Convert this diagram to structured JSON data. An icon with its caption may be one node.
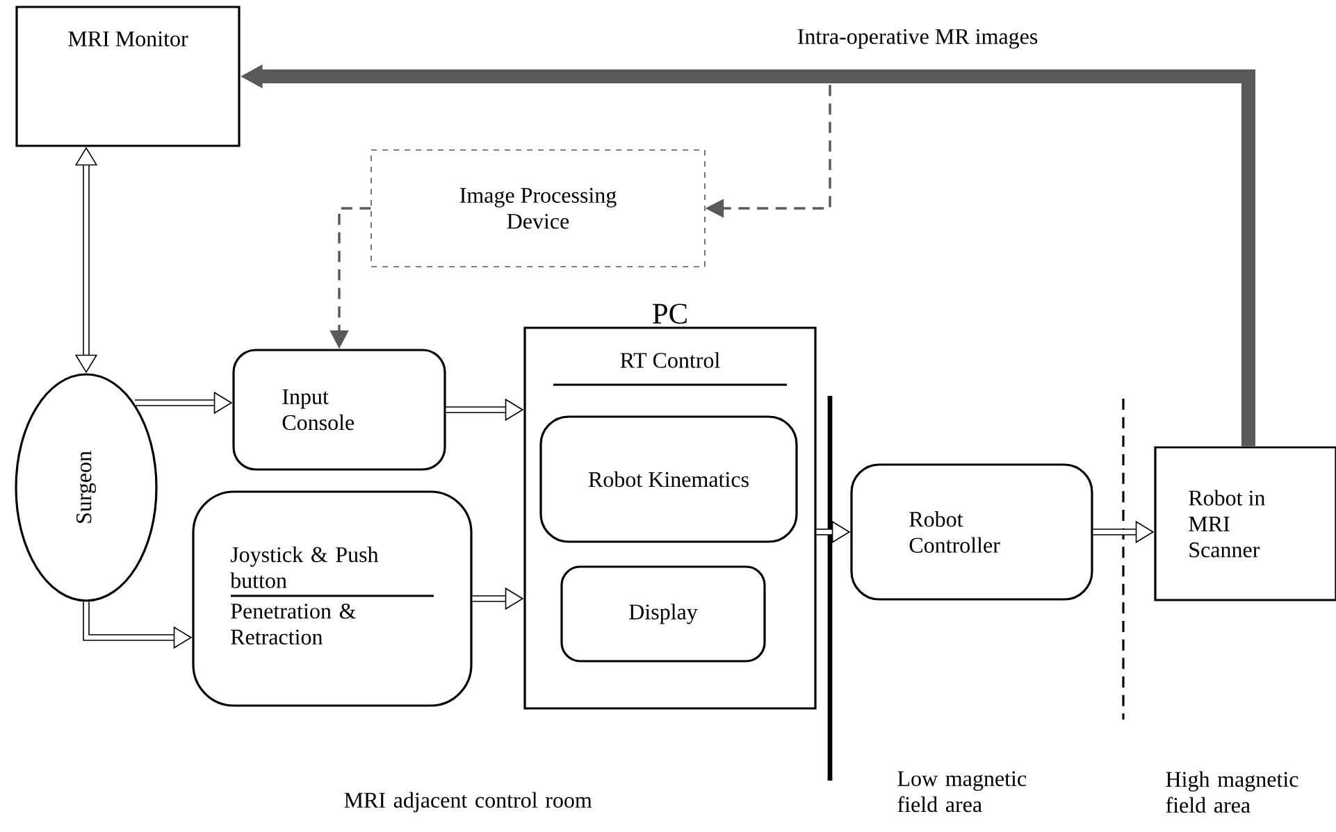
{
  "diagram": {
    "nodes": [
      {
        "text": [
          "MRI Monitor"
        ]
      },
      {
        "text": [
          "Image Processing Device"
        ]
      },
      {
        "text": [
          "Surgeon"
        ]
      },
      {
        "text": [
          "Input Console"
        ]
      },
      {
        "text": [
          "Joystick & Push button",
          "Penetration & Retraction"
        ]
      },
      {
        "text": [
          "PC",
          "RT Control"
        ]
      },
      {
        "text": [
          "Robot Kinematics"
        ],
        "in": 5
      },
      {
        "text": [
          "Display"
        ],
        "in": 5
      },
      {
        "text": [
          "Robot Controller"
        ]
      },
      {
        "text": [
          "Robot in MRI Scanner"
        ]
      }
    ],
    "edges": [
      {
        "from": 9,
        "to": 0,
        "arrow": "to",
        "label": "Intra-operative MR images",
        "style": "thick",
        "color": "#595959"
      },
      {
        "from": 9,
        "to": 1,
        "arrow": "to",
        "style": "dashed",
        "color": "#595959"
      },
      {
        "from": 1,
        "to": 3,
        "arrow": "to",
        "style": "dashed",
        "color": "#595959"
      },
      {
        "from": 0,
        "to": 2,
        "arrow": "both"
      },
      {
        "from": 2,
        "to": 3,
        "arrow": "to"
      },
      {
        "from": 2,
        "to": 4,
        "arrow": "to"
      },
      {
        "from": 3,
        "to": 5,
        "arrow": "to"
      },
      {
        "from": 4,
        "to": 5,
        "arrow": "to"
      },
      {
        "from": 5,
        "to": 8,
        "arrow": "to"
      },
      {
        "from": 8,
        "to": 9,
        "arrow": "to"
      }
    ],
    "labels": [
      "MRI adjacent control room",
      "Low magnetic field area",
      "High magnetic field area"
    ]
  }
}
